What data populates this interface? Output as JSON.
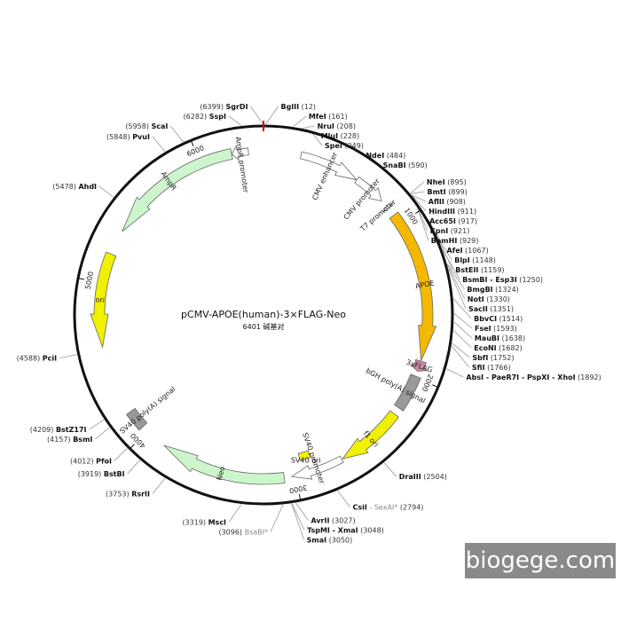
{
  "plasmid": {
    "name": "pCMV-APOE(human)-3×FLAG-Neo",
    "length_bp": 6401,
    "size_label": "6401 碱基对"
  },
  "ticks": [
    {
      "bp": 1000,
      "label": "1000"
    },
    {
      "bp": 2000,
      "label": "2000"
    },
    {
      "bp": 3000,
      "label": "3000"
    },
    {
      "bp": 4000,
      "label": "4000"
    },
    {
      "bp": 5000,
      "label": "5000"
    },
    {
      "bp": 6000,
      "label": "6000"
    }
  ],
  "features": [
    {
      "id": "cmv-enhancer",
      "label": "CMV enhancer",
      "start": 235,
      "end": 615,
      "ring": "outer",
      "color": "#ffffff",
      "dir": 1
    },
    {
      "id": "cmv-promoter",
      "label": "CMV promoter",
      "start": 616,
      "end": 818,
      "ring": "outer",
      "color": "#ffffff",
      "dir": 1
    },
    {
      "id": "t7-promoter",
      "label": "T7 promoter",
      "start": 863,
      "end": 882,
      "ring": "outer",
      "color": "#ffffff",
      "dir": 1
    },
    {
      "id": "apoe",
      "label": "APOE",
      "start": 935,
      "end": 1888,
      "ring": "inner",
      "color": "#f5b800",
      "dir": 1
    },
    {
      "id": "3xflag",
      "label": "3xFLAG",
      "start": 1891,
      "end": 1957,
      "ring": "inner",
      "color": "#c98aa8",
      "dir": 1
    },
    {
      "id": "bgh-polya",
      "label": "bGH poly(A) signal",
      "start": 1990,
      "end": 2214,
      "ring": "inner",
      "color": "#999999",
      "dir": 0
    },
    {
      "id": "f1-ori",
      "label": "f1 ori",
      "start": 2260,
      "end": 2688,
      "ring": "inner",
      "color": "#f0f000",
      "dir": 1
    },
    {
      "id": "sv40-promoter",
      "label": "SV40 promoter",
      "start": 2694,
      "end": 3024,
      "ring": "outer",
      "color": "#ffffff",
      "dir": 1
    },
    {
      "id": "sv40-ori",
      "label": "SV40 ori",
      "start": 2875,
      "end": 2950,
      "ring": "inner2",
      "color": "#f0f000",
      "dir": 0
    },
    {
      "id": "neo",
      "label": "Neo",
      "start": 3071,
      "end": 3865,
      "ring": "inner",
      "color": "#ccf5cc",
      "dir": 1
    },
    {
      "id": "sv40-polya",
      "label": "SV40 poly(A) signal",
      "start": 4039,
      "end": 4160,
      "ring": "inner",
      "color": "#999999",
      "dir": 0
    },
    {
      "id": "ori",
      "label": "ori",
      "start": 4600,
      "end": 5188,
      "ring": "inner",
      "color": "#f0f000",
      "dir": -1
    },
    {
      "id": "ampr",
      "label": "AmpR",
      "start": 5344,
      "end": 6202,
      "ring": "inner",
      "color": "#ccf5cc",
      "dir": -1
    },
    {
      "id": "ampr-promoter",
      "label": "AmpR promoter",
      "start": 6203,
      "end": 6307,
      "ring": "outer",
      "color": "#ffffff",
      "dir": -1
    }
  ],
  "sites": [
    {
      "name": "SgrDI",
      "pos": "6399",
      "bp": 6399,
      "side": "L"
    },
    {
      "name": "BglII",
      "pos": "12",
      "bp": 12,
      "side": "R"
    },
    {
      "name": "SspI",
      "pos": "6282",
      "bp": 6282,
      "side": "L"
    },
    {
      "name": "MfeI",
      "pos": "161",
      "bp": 161,
      "side": "R"
    },
    {
      "name": "NruI",
      "pos": "208",
      "bp": 208,
      "side": "R"
    },
    {
      "name": "MluI",
      "pos": "228",
      "bp": 228,
      "side": "R"
    },
    {
      "name": "SpeI",
      "pos": "249",
      "bp": 249,
      "side": "R"
    },
    {
      "name": "ScaI",
      "pos": "5958",
      "bp": 5958,
      "side": "L"
    },
    {
      "name": "PvuI",
      "pos": "5848",
      "bp": 5848,
      "side": "L"
    },
    {
      "name": "NdeI",
      "pos": "484",
      "bp": 484,
      "side": "R"
    },
    {
      "name": "SnaBI",
      "pos": "590",
      "bp": 590,
      "side": "R"
    },
    {
      "name": "NheI",
      "pos": "895",
      "bp": 895,
      "side": "R"
    },
    {
      "name": "BmtI",
      "pos": "899",
      "bp": 899,
      "side": "R"
    },
    {
      "name": "AflII",
      "pos": "908",
      "bp": 908,
      "side": "R"
    },
    {
      "name": "AhdI",
      "pos": "5478",
      "bp": 5478,
      "side": "L"
    },
    {
      "name": "HindIII",
      "pos": "911",
      "bp": 911,
      "side": "R"
    },
    {
      "name": "Acc65I",
      "pos": "917",
      "bp": 917,
      "side": "R"
    },
    {
      "name": "KpnI",
      "pos": "921",
      "bp": 921,
      "side": "R"
    },
    {
      "name": "BamHI",
      "pos": "929",
      "bp": 929,
      "side": "R"
    },
    {
      "name": "AfeI",
      "pos": "1067",
      "bp": 1067,
      "side": "R"
    },
    {
      "name": "BlpI",
      "pos": "1148",
      "bp": 1148,
      "side": "R"
    },
    {
      "name": "BstEII",
      "pos": "1159",
      "bp": 1159,
      "side": "R"
    },
    {
      "name": "BsmBI - Esp3I",
      "pos": "1250",
      "bp": 1250,
      "side": "R"
    },
    {
      "name": "BmgBI",
      "pos": "1324",
      "bp": 1324,
      "side": "R"
    },
    {
      "name": "NotI",
      "pos": "1330",
      "bp": 1330,
      "side": "R"
    },
    {
      "name": "SacII",
      "pos": "1351",
      "bp": 1351,
      "side": "R"
    },
    {
      "name": "BbvCI",
      "pos": "1514",
      "bp": 1514,
      "side": "R"
    },
    {
      "name": "FseI",
      "pos": "1593",
      "bp": 1593,
      "side": "R"
    },
    {
      "name": "MauBI",
      "pos": "1638",
      "bp": 1638,
      "side": "R"
    },
    {
      "name": "EcoNI",
      "pos": "1682",
      "bp": 1682,
      "side": "R"
    },
    {
      "name": "SbfI",
      "pos": "1752",
      "bp": 1752,
      "side": "R"
    },
    {
      "name": "SfiI",
      "pos": "1766",
      "bp": 1766,
      "side": "R"
    },
    {
      "name": "AbsI - PaeR7I - PspXI - XhoI",
      "pos": "1892",
      "bp": 1892,
      "side": "R"
    },
    {
      "name": "PciI",
      "pos": "4588",
      "bp": 4588,
      "side": "L"
    },
    {
      "name": "BstZ17I",
      "pos": "4209",
      "bp": 4209,
      "side": "L"
    },
    {
      "name": "BsmI",
      "pos": "4157",
      "bp": 4157,
      "side": "L"
    },
    {
      "name": "PfoI",
      "pos": "4012",
      "bp": 4012,
      "side": "L"
    },
    {
      "name": "BstBI",
      "pos": "3919",
      "bp": 3919,
      "side": "L"
    },
    {
      "name": "DraIII",
      "pos": "2504",
      "bp": 2504,
      "side": "R"
    },
    {
      "name": "RsrII",
      "pos": "3753",
      "bp": 3753,
      "side": "L"
    },
    {
      "name": "CsiI",
      "extra": "SexAI*",
      "pos": "2794",
      "bp": 2794,
      "side": "R"
    },
    {
      "name": "AvrII",
      "pos": "3027",
      "bp": 3027,
      "side": "R"
    },
    {
      "name": "TspMI - XmaI",
      "pos": "3048",
      "bp": 3048,
      "side": "R"
    },
    {
      "name": "SmaI",
      "pos": "3050",
      "bp": 3050,
      "side": "R"
    },
    {
      "name": "MscI",
      "pos": "3319",
      "bp": 3319,
      "side": "L"
    },
    {
      "name": "BsaBI*",
      "pos": "3096",
      "bp": 3096,
      "side": "L",
      "grey": true
    }
  ],
  "watermark": "biogege.com"
}
